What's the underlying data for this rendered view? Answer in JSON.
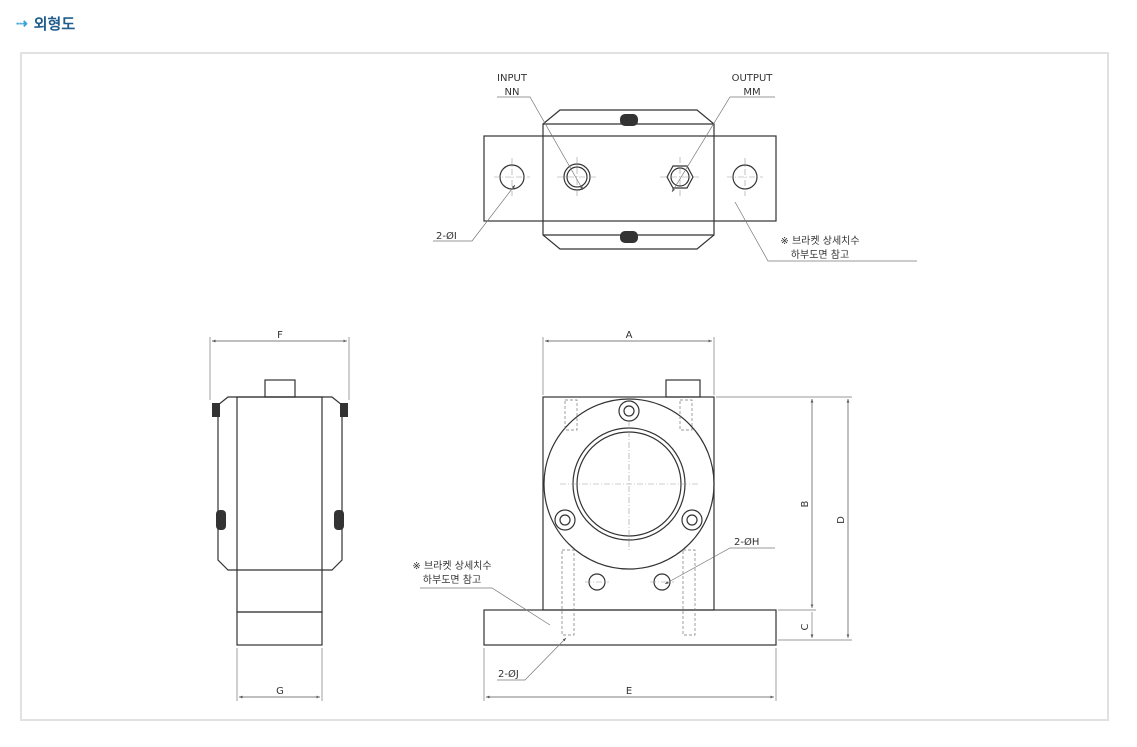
{
  "section": {
    "icon": "arrow-right-dotted-icon",
    "title": "외형도"
  },
  "drawing": {
    "input_label": "INPUT",
    "input_port": "NN",
    "output_label": "OUTPUT",
    "output_port": "MM",
    "hole_i": "2-ØI",
    "hole_h": "2-ØH",
    "hole_j": "2-ØJ",
    "note_line1": "※ 브라켓 상세치수",
    "note_line2": "하부도면 참고",
    "dim_a": "A",
    "dim_b": "B",
    "dim_c": "C",
    "dim_d": "D",
    "dim_e": "E",
    "dim_f": "F",
    "dim_g": "G"
  }
}
